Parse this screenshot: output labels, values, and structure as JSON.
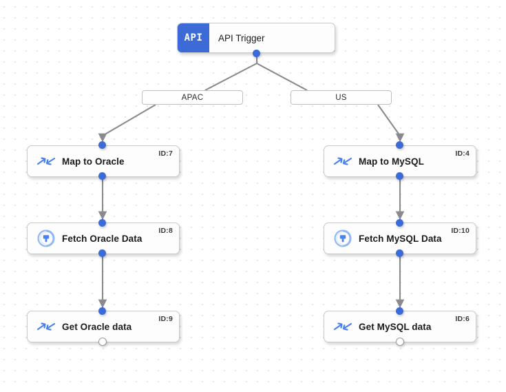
{
  "canvas": {
    "background": "#ffffff",
    "grid_dot_color": "#e4e4e6",
    "accent_color": "#3c6ad6",
    "edge_color": "#8a8a8e"
  },
  "trigger": {
    "badge_text": "API",
    "title": "API Trigger",
    "icon": "api-badge-icon"
  },
  "branches": [
    {
      "label": "APAC"
    },
    {
      "label": "US"
    }
  ],
  "nodes": [
    {
      "label": "Map to Oracle",
      "id_text": "ID:7",
      "icon": "map-arrows-icon"
    },
    {
      "label": "Fetch Oracle Data",
      "id_text": "ID:8",
      "icon": "database-plug-icon"
    },
    {
      "label": "Get Oracle data",
      "id_text": "ID:9",
      "icon": "map-arrows-icon"
    },
    {
      "label": "Map to MySQL",
      "id_text": "ID:4",
      "icon": "map-arrows-icon"
    },
    {
      "label": "Fetch MySQL Data",
      "id_text": "ID:10",
      "icon": "database-plug-icon"
    },
    {
      "label": "Get MySQL data",
      "id_text": "ID:6",
      "icon": "map-arrows-icon"
    }
  ]
}
